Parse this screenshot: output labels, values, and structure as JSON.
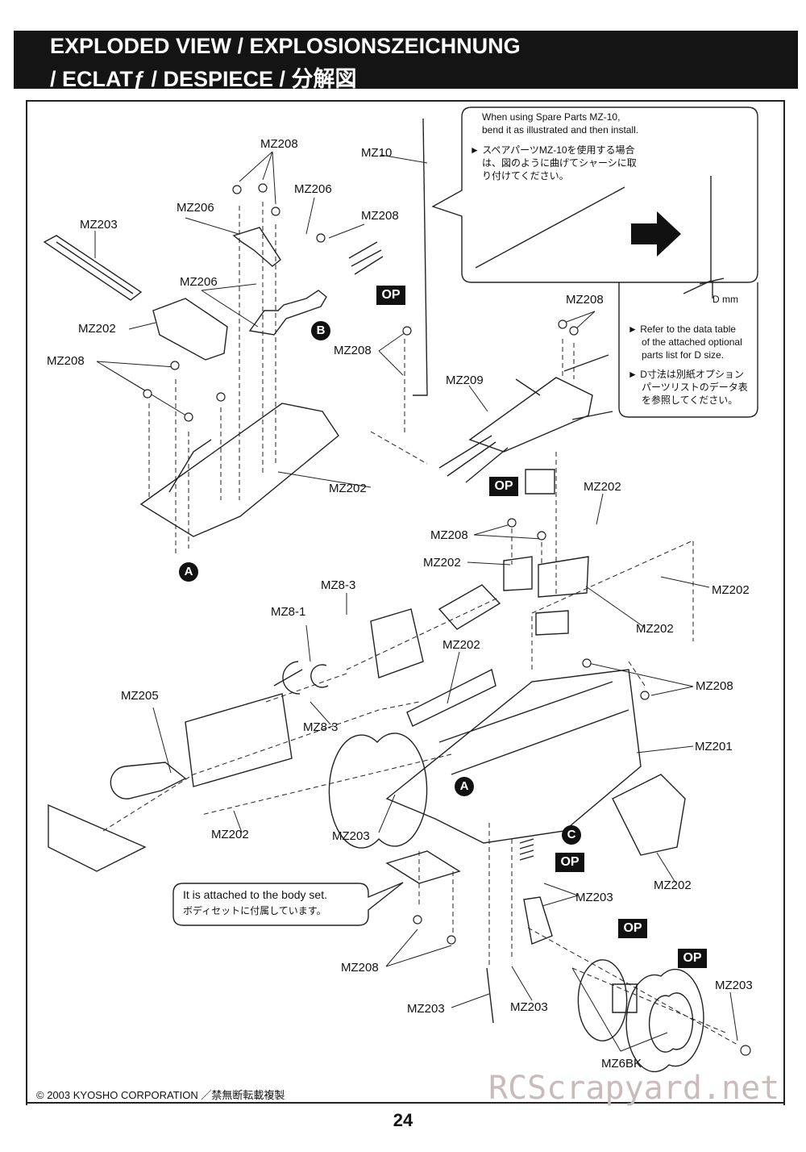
{
  "header": {
    "line1": "EXPLODED VIEW / EXPLOSIONSZEICHNUNG",
    "line2": "/ ECLATƒ   / DESPIECE / 分解図"
  },
  "callout_spare": {
    "line1": "When using Spare Parts MZ-10,",
    "line2": "bend it as illustrated and then install.",
    "jp1": "► スペアパーツMZ-10を使用する場合",
    "jp2": "は、図のように曲げてシャーシに取",
    "jp3": "り付けてください。",
    "dim_label": "D mm",
    "note_en1": "► Refer to the data table",
    "note_en2": "of the attached optional",
    "note_en3": "parts list for D size.",
    "note_jp1": "► D寸法は別紙オプション",
    "note_jp2": "パーツリストのデータ表",
    "note_jp3": "を参照してください。"
  },
  "callout_body": {
    "line1": "It is attached to the body set.",
    "line2": "ボディセットに付属しています。"
  },
  "part_labels": {
    "mz208": "MZ208",
    "mz206": "MZ206",
    "mz203": "MZ203",
    "mz202": "MZ202",
    "mz10": "MZ10",
    "mz209": "MZ209",
    "mz8_3": "MZ8-3",
    "mz8_1": "MZ8-1",
    "mz205": "MZ205",
    "mz201": "MZ201",
    "mz6bk": "MZ6BK"
  },
  "markers": {
    "op": "OP",
    "a": "A",
    "b": "B",
    "c": "C"
  },
  "footer": {
    "copyright": "© 2003 KYOSHO CORPORATION ／禁無断転載複製",
    "page_number": "24",
    "watermark": "RCScrapyard.net"
  }
}
